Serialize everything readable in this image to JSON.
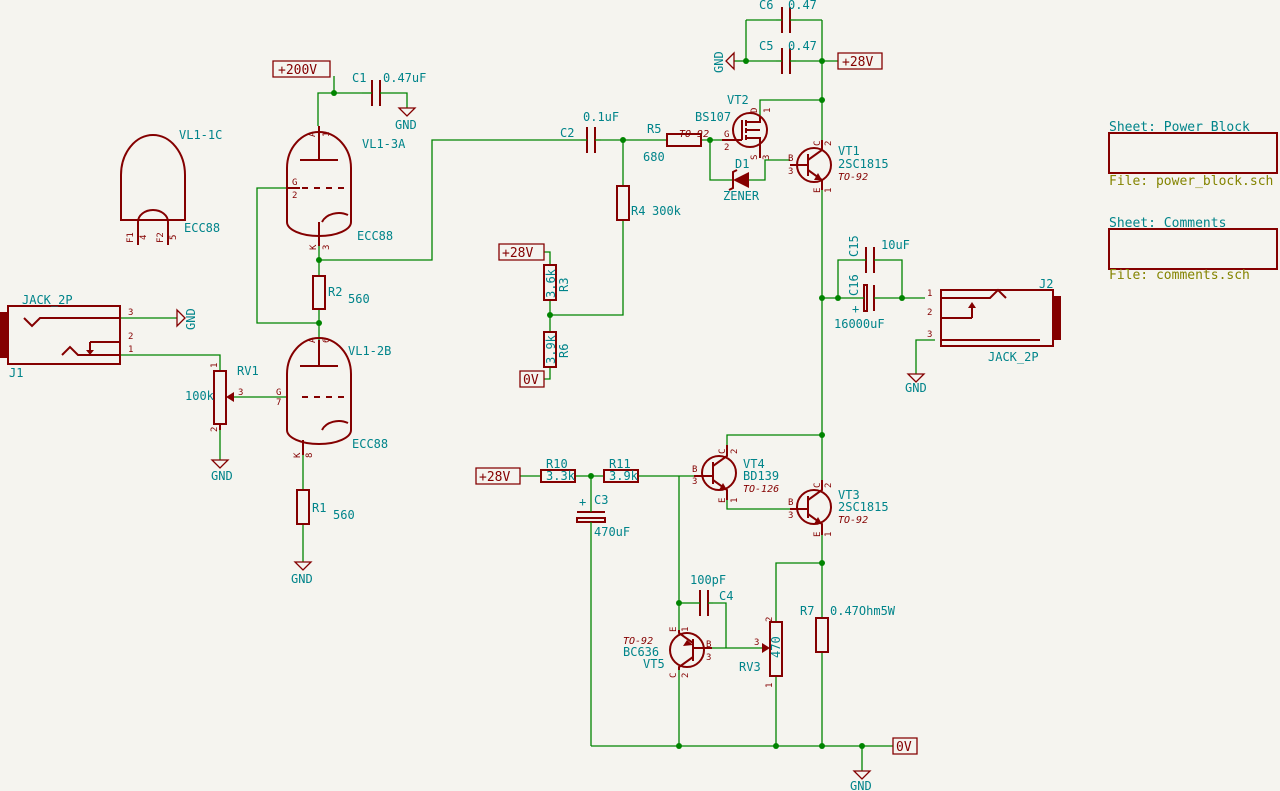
{
  "power_labels": {
    "v200": "+200V",
    "v28_top": "+28V",
    "v28_mid": "+28V",
    "v28_bot": "+28V",
    "v0_left": "0V",
    "v0_right": "0V"
  },
  "grounds": {
    "gnd": "GND"
  },
  "tubes": {
    "vl1c": {
      "ref": "VL1-1C",
      "value": "ECC88",
      "pins": [
        "F1",
        "4",
        "F2",
        "5"
      ]
    },
    "vl1a": {
      "ref": "VL1-3A",
      "value": "ECC88",
      "pins": {
        "a": "A",
        "a_num": "1",
        "g": "G",
        "g_num": "2",
        "k": "K",
        "k_num": "3"
      }
    },
    "vl1b": {
      "ref": "VL1-2B",
      "value": "ECC88",
      "pins": {
        "a": "A",
        "a_num": "6",
        "g": "G",
        "g_num": "7",
        "k": "K",
        "k_num": "8"
      }
    }
  },
  "resistors": {
    "r1": {
      "ref": "R1",
      "value": "560"
    },
    "r2": {
      "ref": "R2",
      "value": "560"
    },
    "r3": {
      "ref": "R3",
      "value": "3.6k"
    },
    "r4": {
      "ref": "R4",
      "value": "300k"
    },
    "r5": {
      "ref": "R5",
      "value": "680"
    },
    "r6": {
      "ref": "R6",
      "value": "3.9k"
    },
    "r7": {
      "ref": "R7",
      "value": "0.47Ohm5W"
    },
    "r10": {
      "ref": "R10",
      "value": "3.3k"
    },
    "r11": {
      "ref": "R11",
      "value": "3.9k"
    }
  },
  "pots": {
    "rv1": {
      "ref": "RV1",
      "value": "100k",
      "pins": [
        "1",
        "2",
        "3"
      ]
    },
    "rv3": {
      "ref": "RV3",
      "value": "470",
      "pins": [
        "1",
        "2",
        "3"
      ]
    }
  },
  "capacitors": {
    "c1": {
      "ref": "C1",
      "value": "0.47uF"
    },
    "c2": {
      "ref": "C2",
      "value": "0.1uF"
    },
    "c3": {
      "ref": "C3",
      "value": "470uF",
      "polarity": "+"
    },
    "c4": {
      "ref": "C4",
      "value": "100pF"
    },
    "c5": {
      "ref": "C5",
      "value": "0.47"
    },
    "c6": {
      "ref": "C6",
      "value": "0.47"
    },
    "c15": {
      "ref": "C15",
      "value": "10uF"
    },
    "c16": {
      "ref": "C16",
      "value": "16000uF",
      "polarity": "+"
    }
  },
  "transistors": {
    "vt1": {
      "ref": "VT1",
      "value": "2SC1815",
      "package": "TO-92",
      "pins": {
        "b": "B",
        "c": "C",
        "e": "E",
        "n1": "1",
        "n2": "2",
        "n3": "3"
      }
    },
    "vt2": {
      "ref": "VT2",
      "value": "BS107",
      "package": "TO-92",
      "pins": {
        "g": "G",
        "d": "D",
        "s": "S",
        "n1": "1",
        "n2": "2",
        "n3": "3"
      }
    },
    "vt3": {
      "ref": "VT3",
      "value": "2SC1815",
      "package": "TO-92",
      "pins": {
        "b": "B",
        "c": "C",
        "e": "E",
        "n1": "1",
        "n2": "2",
        "n3": "3"
      }
    },
    "vt4": {
      "ref": "VT4",
      "value": "BD139",
      "package": "TO-126",
      "pins": {
        "b": "B",
        "c": "C",
        "e": "E",
        "n1": "1",
        "n2": "2",
        "n3": "3"
      }
    },
    "vt5": {
      "ref": "VT5",
      "value": "BC636",
      "package": "TO-92",
      "pins": {
        "b": "B",
        "c": "C",
        "e": "E",
        "n1": "1",
        "n2": "2",
        "n3": "3"
      }
    }
  },
  "diodes": {
    "d1": {
      "ref": "D1",
      "value": "ZENER"
    }
  },
  "connectors": {
    "j1": {
      "ref": "J1",
      "value": "JACK_2P",
      "pins": [
        "3",
        "2",
        "1"
      ]
    },
    "j2": {
      "ref": "J2",
      "value": "JACK_2P",
      "pins": [
        "1",
        "2",
        "3"
      ]
    }
  },
  "sheets": [
    {
      "name": "Sheet: Power Block",
      "file": "File: power_block.sch"
    },
    {
      "name": "Sheet: Comments",
      "file": "File: comments.sch"
    }
  ]
}
